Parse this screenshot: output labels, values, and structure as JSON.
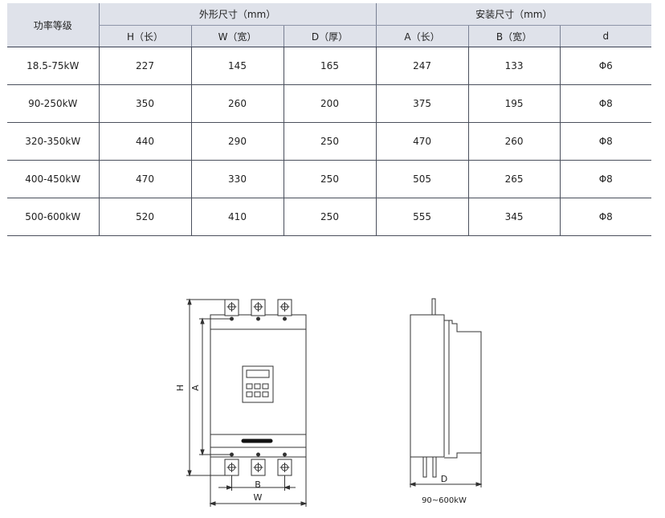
{
  "table": {
    "power_header": "功率等级",
    "outline_header": "外形尺寸（mm）",
    "mount_header": "安装尺寸（mm）",
    "sub_headers": [
      "H（长）",
      "W（宽）",
      "D（厚）",
      "A（长）",
      "B（宽）",
      "d"
    ],
    "rows": [
      [
        "18.5-75kW",
        "227",
        "145",
        "165",
        "247",
        "133",
        "Φ6"
      ],
      [
        "90-250kW",
        "350",
        "260",
        "200",
        "375",
        "195",
        "Φ8"
      ],
      [
        "320-350kW",
        "440",
        "290",
        "250",
        "470",
        "260",
        "Φ8"
      ],
      [
        "400-450kW",
        "470",
        "330",
        "250",
        "505",
        "265",
        "Φ8"
      ],
      [
        "500-600kW",
        "520",
        "410",
        "250",
        "555",
        "345",
        "Φ8"
      ]
    ]
  },
  "drawing": {
    "front_labels": {
      "H": "H",
      "A": "A",
      "B": "B",
      "W": "W"
    },
    "side_labels": {
      "D": "D"
    },
    "caption": "90~600kW"
  }
}
